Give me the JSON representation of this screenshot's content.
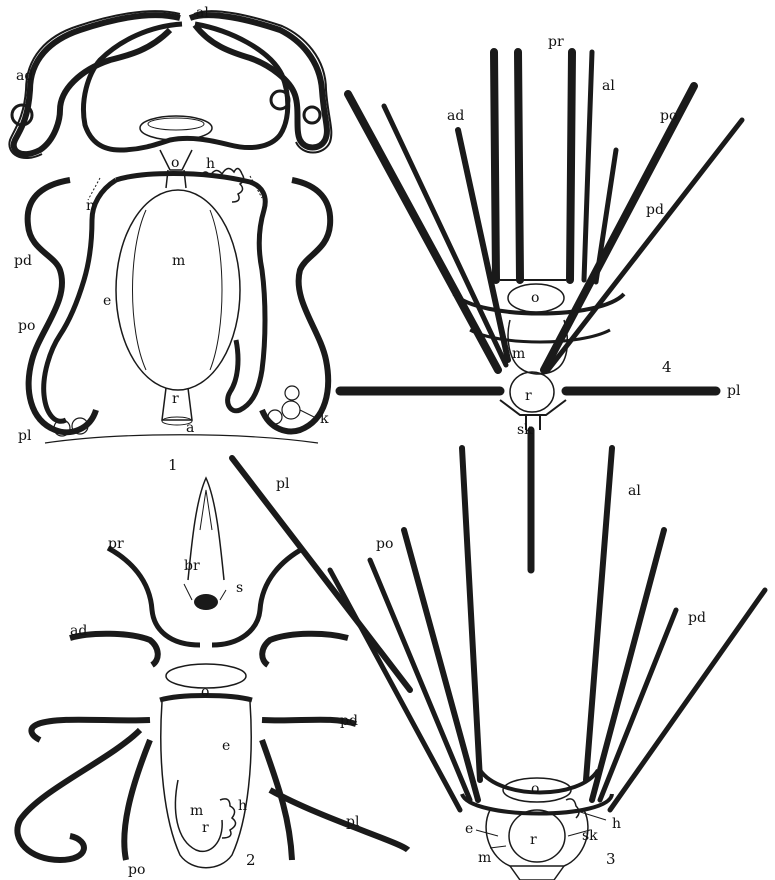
{
  "plate": {
    "figures": [
      {
        "number": "1",
        "labels": {
          "al": "al",
          "ad": "ad",
          "o": "o",
          "h": "h",
          "n": "n",
          "m": "m",
          "pd": "pd",
          "e": "e",
          "po": "po",
          "r": "r",
          "a": "a",
          "pl": "pl",
          "k": "k"
        }
      },
      {
        "number": "2",
        "labels": {
          "br": "br",
          "pr": "pr",
          "s": "s",
          "ad": "ad",
          "o": "o",
          "pd": "pd",
          "e": "e",
          "m": "m",
          "h": "h",
          "r": "r",
          "po": "po",
          "pl_top": "pl",
          "pl_right": "pl"
        }
      },
      {
        "number": "3",
        "labels": {
          "po": "po",
          "al": "al",
          "pd": "pd",
          "o": "o",
          "e": "e",
          "h": "h",
          "r": "r",
          "m": "m",
          "sk": "sk"
        }
      },
      {
        "number": "4",
        "labels": {
          "pr": "pr",
          "al": "al",
          "ad": "ad",
          "po": "po",
          "pd": "pd",
          "o": "o",
          "m": "m",
          "r": "r",
          "pl": "pl",
          "sk": "sk"
        }
      }
    ]
  }
}
